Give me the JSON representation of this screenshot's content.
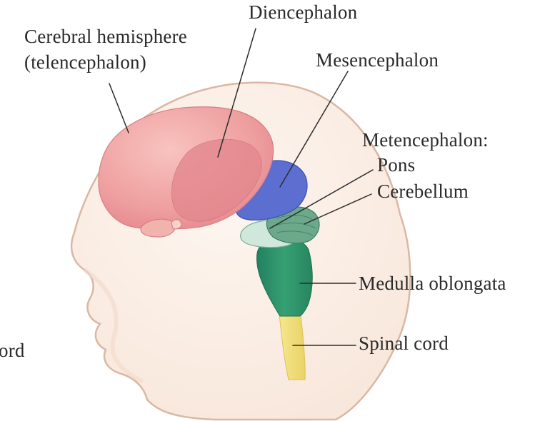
{
  "labels": {
    "cerebral_hemisphere": "Cerebral hemisphere",
    "telencephalon": "(telencephalon)",
    "diencephalon": "Diencephalon",
    "mesencephalon": "Mesencephalon",
    "metencephalon": "Metencephalon:",
    "pons": "Pons",
    "cerebellum": "Cerebellum",
    "medulla_oblongata": "Medulla oblongata",
    "spinal_cord": "Spinal cord",
    "cut_off_label": "ord"
  },
  "colors": {
    "background": "#ffffff",
    "head_outline": "#d9b8a4",
    "skin": "#fbf0e8",
    "telencephalon": "#ee9f9f",
    "diencephalon": "#e3878e",
    "mesencephalon": "#5c6fd1",
    "pons": "#cfe8db",
    "cerebellum": "#6ca88a",
    "medulla_oblongata": "#2f9068",
    "spinal_cord": "#f1df7a",
    "text": "#2a2a2a"
  }
}
